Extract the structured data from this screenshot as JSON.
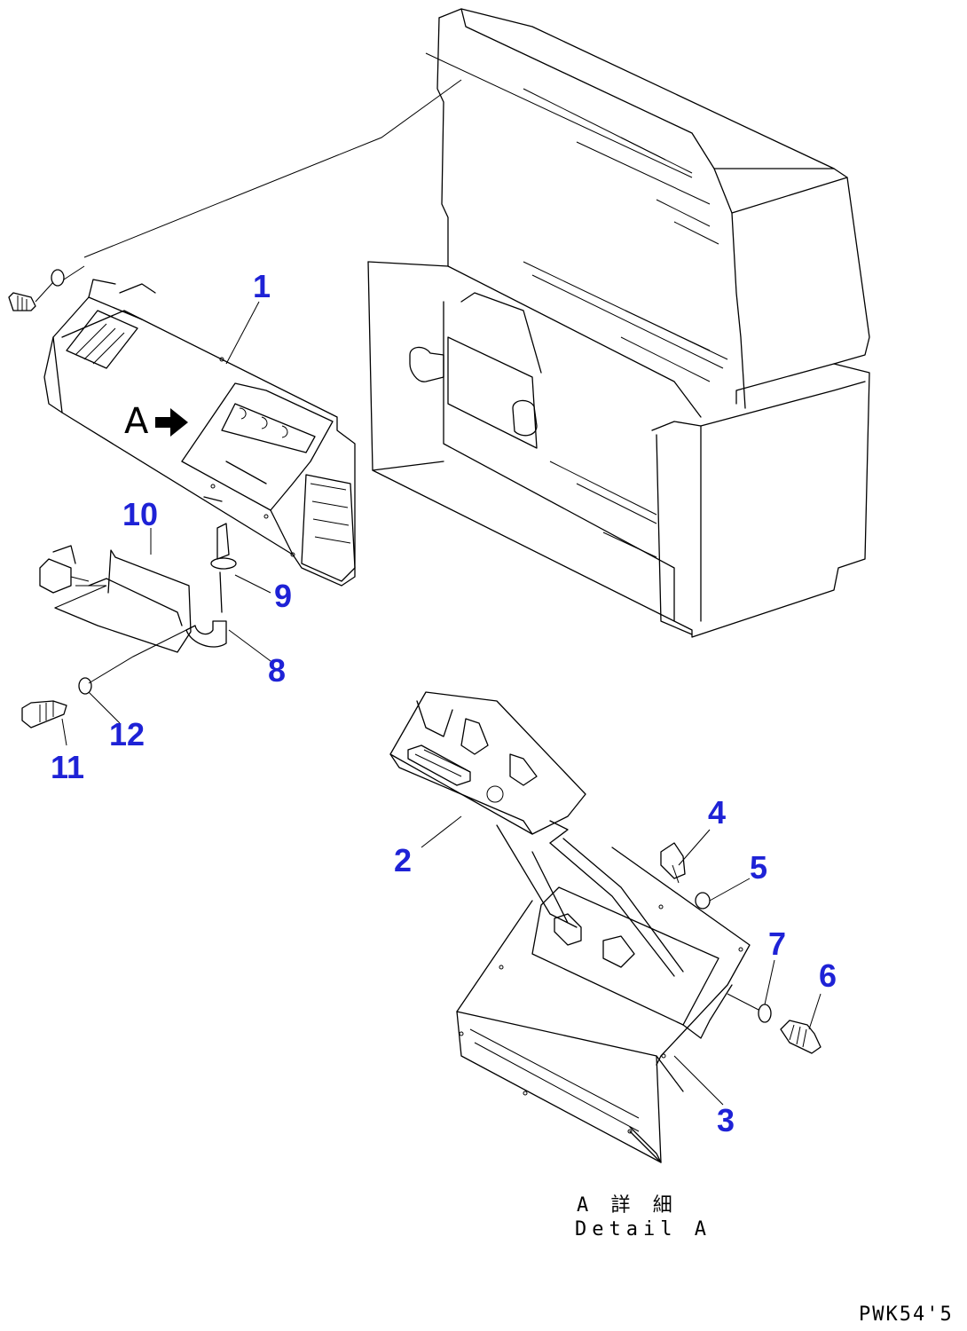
{
  "callouts": [
    "1",
    "2",
    "3",
    "4",
    "5",
    "6",
    "7",
    "8",
    "9",
    "10",
    "11",
    "12"
  ],
  "view_letter": "A",
  "detail_label_jp": "A 詳 細",
  "detail_label_en": "Detail A",
  "drawing_code": "PWK54'5",
  "colors": {
    "callout": "#1e22d6",
    "line": "#000000",
    "background": "#ffffff"
  },
  "icons": {
    "view_arrow": "right-arrow-icon"
  }
}
